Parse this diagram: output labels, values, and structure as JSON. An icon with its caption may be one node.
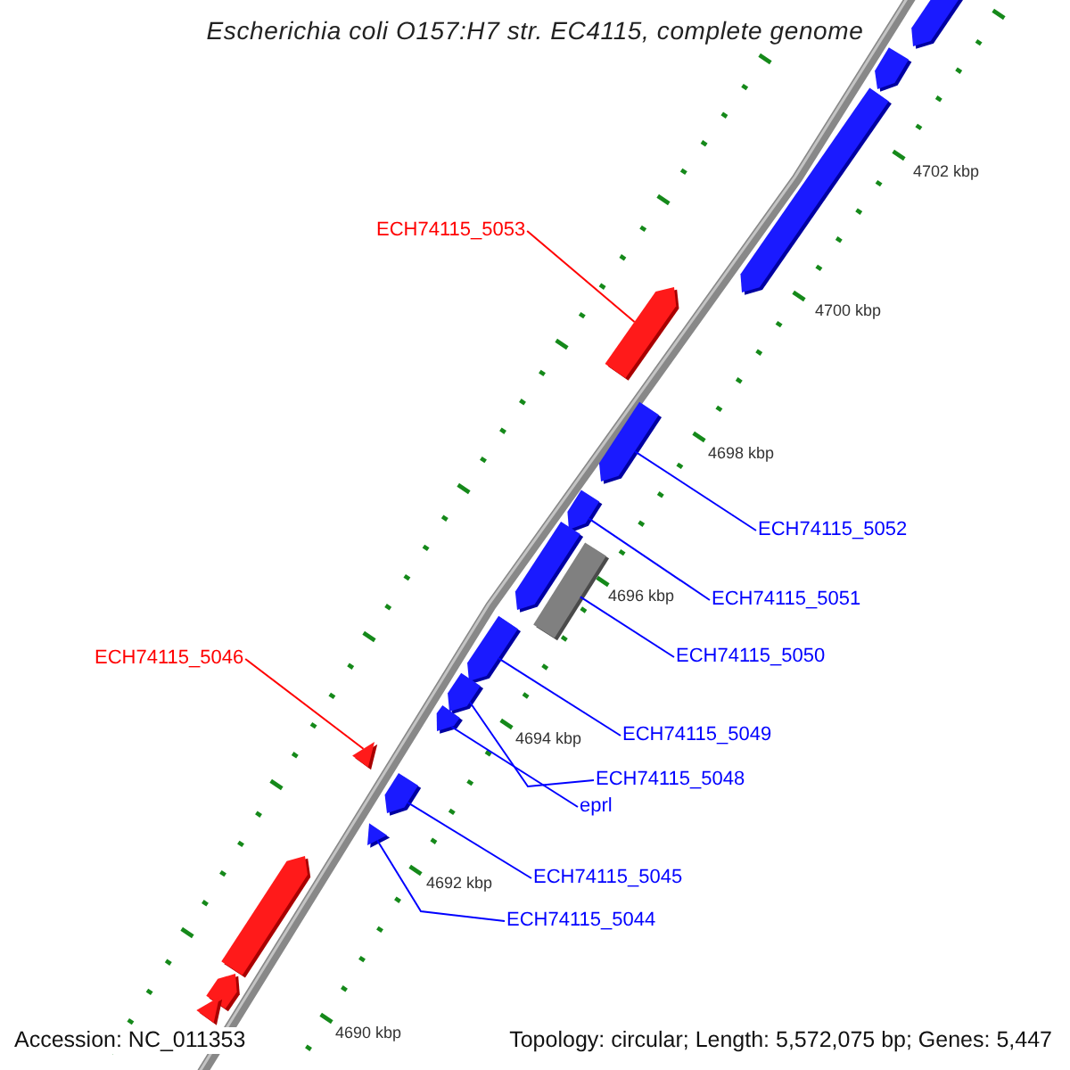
{
  "diagram": {
    "title": "Escherichia coli O157:H7 str. EC4115, complete genome",
    "nodes": [
      {
        "text": [],
        "shape": "pentagon"
      },
      {
        "text": [],
        "shape": "pentagon"
      },
      {
        "text": [],
        "shape": "pentagon"
      },
      {
        "text": [
          "ECH74115_5053"
        ]
      },
      {
        "text": [],
        "shape": "pentagon"
      },
      {
        "text": [],
        "shape": "pentagon"
      },
      {
        "text": [],
        "shape": "pentagon"
      },
      {
        "text": [
          "ECH74115_5052"
        ]
      },
      {
        "text": [],
        "shape": "pentagon"
      },
      {
        "text": [],
        "shape": "bar"
      },
      {
        "text": [
          "ECH74115_5051"
        ]
      },
      {
        "text": [],
        "shape": "pentagon"
      },
      {
        "text": [
          "ECH74115_5046"
        ]
      },
      {
        "text": [
          "ECH74115_5050"
        ]
      },
      {
        "text": [],
        "shape": "pentagon"
      },
      {
        "text": [],
        "shape": "pentagon"
      },
      {
        "text": [
          "ECH74115_5049"
        ]
      },
      {
        "text": [],
        "shape": "pentagon"
      },
      {
        "text": [
          "ECH74115_5048"
        ]
      },
      {
        "text": [],
        "shape": "pentagon"
      },
      {
        "text": [
          "eprl"
        ]
      },
      {
        "text": [],
        "shape": "pentagon"
      },
      {
        "text": [
          "ECH74115_5045"
        ]
      },
      {
        "text": [],
        "shape": "pentagon"
      },
      {
        "text": [
          "ECH74115_5044"
        ]
      },
      {
        "text": [],
        "shape": "pentagon"
      },
      {
        "text": [],
        "shape": "pentagon"
      }
    ],
    "edges": [
      {
        "from": 3,
        "to": 4,
        "arrow": "none",
        "color": "#ff0000"
      },
      {
        "from": 7,
        "to": 5,
        "arrow": "none"
      },
      {
        "from": 10,
        "to": 6,
        "arrow": "none"
      },
      {
        "from": 13,
        "to": 9,
        "arrow": "none"
      },
      {
        "from": 12,
        "to": 17,
        "arrow": "none",
        "color": "#ff0000"
      },
      {
        "from": 16,
        "to": 11,
        "arrow": "none"
      },
      {
        "from": 18,
        "to": 14,
        "arrow": "none"
      },
      {
        "from": 20,
        "to": 15,
        "arrow": "none"
      },
      {
        "from": 22,
        "to": 19,
        "arrow": "none"
      },
      {
        "from": 24,
        "to": 21,
        "arrow": "none"
      }
    ],
    "labels": [
      "4702 kbp",
      "4700 kbp",
      "4698 kbp",
      "4696 kbp",
      "4694 kbp",
      "4692 kbp",
      "4690 kbp",
      "Accession: NC_011353",
      "Topology: circular; Length: 5,572,075 bp; Genes: 5,447"
    ]
  }
}
